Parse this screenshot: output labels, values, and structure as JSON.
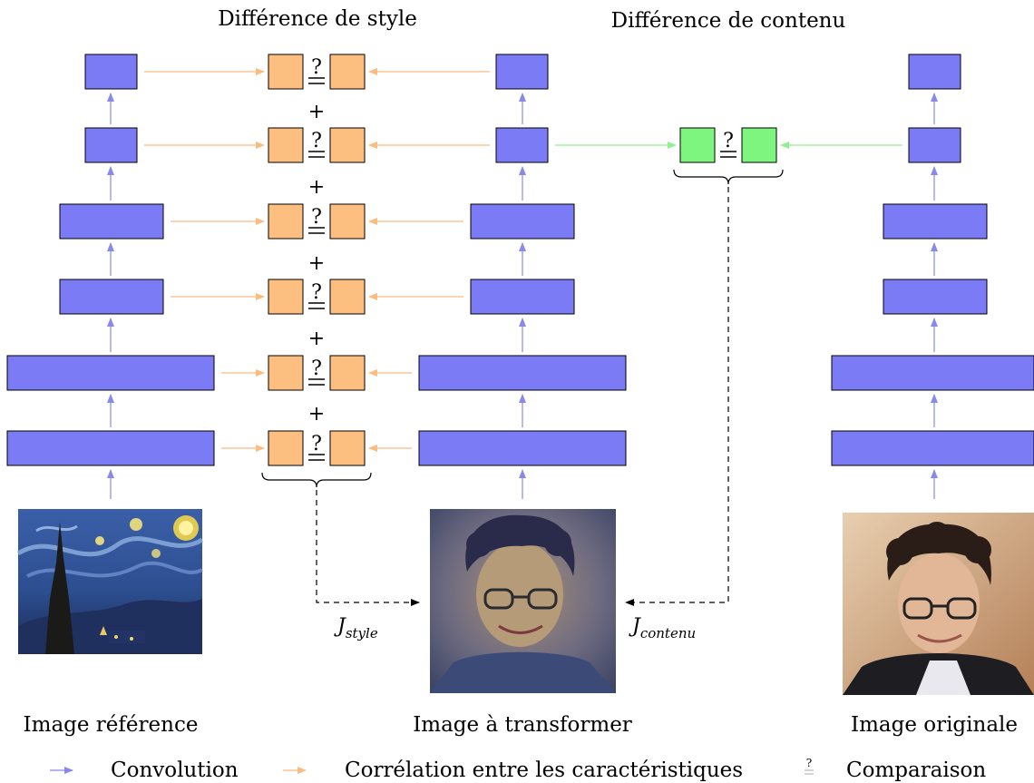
{
  "headers": {
    "style_diff": "Différence de style",
    "content_diff": "Différence de contenu"
  },
  "captions": {
    "reference": "Image référence",
    "transform": "Image à transformer",
    "original": "Image originale"
  },
  "symbols": {
    "question": "?",
    "plus": "+"
  },
  "losses": {
    "style_main": "J",
    "style_sub": "style",
    "content_main": "J",
    "content_sub": "contenu"
  },
  "legend": {
    "convolution": "Convolution",
    "correlation": "Corrélation entre les caractéristiques",
    "comparison": "Comparaison"
  },
  "colors": {
    "layer_blue": "#7b7bf5",
    "gram_orange": "#fdbf80",
    "content_green": "#7ef57e",
    "arrow_blue": "#8888ee",
    "arrow_orange": "#fcbb80",
    "arrow_green": "#8ef08e"
  },
  "images": {
    "reference": "starry-night-painting",
    "transform": "stylized-portrait",
    "original": "portrait-photo"
  }
}
